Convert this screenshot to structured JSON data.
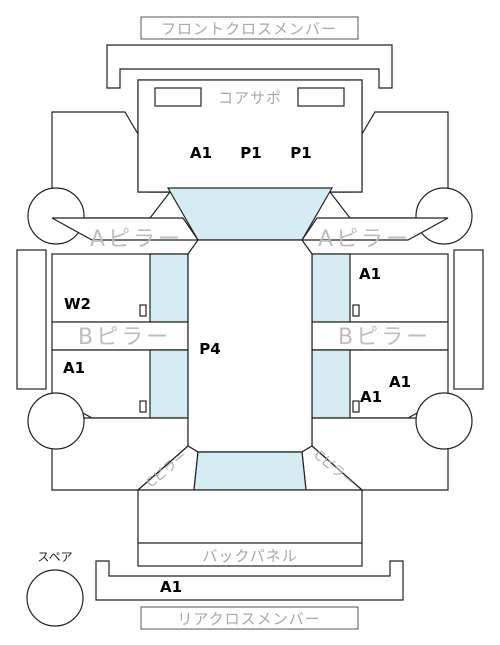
{
  "labels": {
    "front_cross_member": "フロントクロスメンバー",
    "core_support": "コアサポ",
    "a_pillar_left": "Aピラー",
    "a_pillar_right": "Aピラー",
    "b_pillar_left": "Bピラー",
    "b_pillar_right": "Bピラー",
    "c_pillar_left": "Cピラー",
    "c_pillar_right": "Cピラー",
    "back_panel": "バックパネル",
    "rear_cross_member": "リアクロスメンバー",
    "spare": "スペア"
  },
  "codes": {
    "front_a1": "A1",
    "front_p1_left": "P1",
    "front_p1_right": "P1",
    "right_front_door": "A1",
    "left_front_door": "W2",
    "roof": "P4",
    "left_rear_door": "A1",
    "right_rear_door_upper": "A1",
    "right_rear_door_lower": "A1",
    "rear_member": "A1"
  }
}
